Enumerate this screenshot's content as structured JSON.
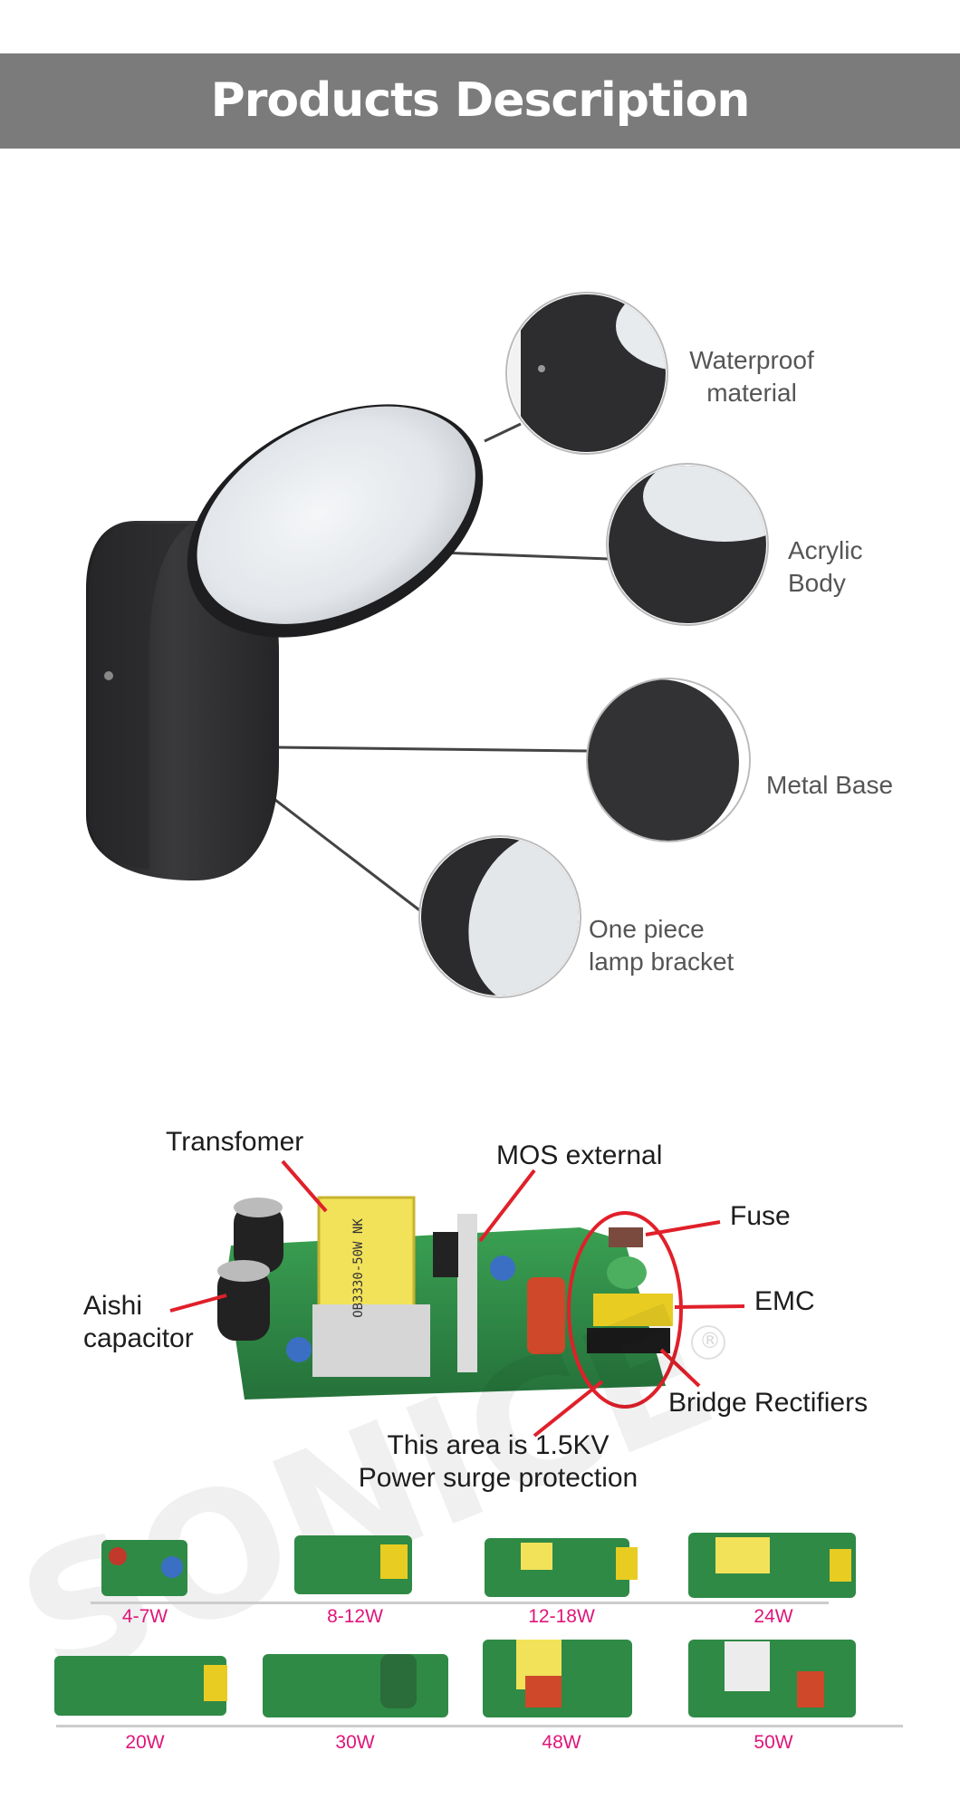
{
  "header": {
    "title": "Products Description"
  },
  "lamp_features": [
    {
      "label_line1": "Waterproof",
      "label_line2": "material"
    },
    {
      "label_line1": "Acrylic",
      "label_line2": "Body"
    },
    {
      "label_line1": "Metal Base",
      "label_line2": ""
    },
    {
      "label_line1": "One piece",
      "label_line2": "lamp bracket"
    }
  ],
  "pcb_labels": {
    "transformer": "Transfomer",
    "mos": "MOS external",
    "fuse": "Fuse",
    "emc": "EMC",
    "capacitor_line1": "Aishi",
    "capacitor_line2": "capacitor",
    "bridge": "Bridge Rectifiers",
    "protection_line1": "This area is 1.5KV",
    "protection_line2": "Power surge protection"
  },
  "watermark": {
    "text": "SONICE",
    "mark": "®"
  },
  "driver_watts": {
    "row1": [
      "4-7W",
      "8-12W",
      "12-18W",
      "24W"
    ],
    "row2": [
      "20W",
      "30W",
      "48W",
      "50W"
    ]
  },
  "colors": {
    "header_bg": "#7b7b7b",
    "callout_red": "#e0202a",
    "watt_label": "#e0157a",
    "pcb_green": "#2f8a45",
    "lamp_dark": "#2c2c2e",
    "diffuser": "#e8ebee"
  }
}
